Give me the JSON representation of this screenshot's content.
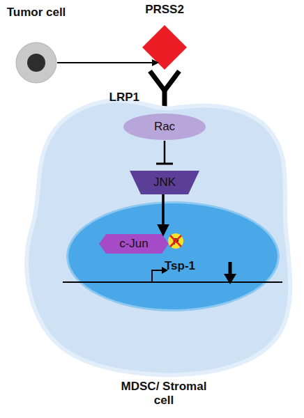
{
  "diagram": {
    "nodes": [
      {
        "text": [
          "Tumor cell"
        ]
      },
      {
        "text": [
          "PRSS2"
        ]
      },
      {
        "text": [
          "LRP1"
        ]
      },
      {
        "text": [
          "MDSC/ Stromal cell"
        ]
      },
      {
        "text": [
          "Rac"
        ],
        "in": 3
      },
      {
        "text": [
          "JNK"
        ],
        "in": 3
      },
      {
        "text": [
          "c-Jun"
        ],
        "in": 3
      }
    ],
    "edges": [
      {
        "from": 0,
        "to": 1,
        "arrow": "to"
      },
      {
        "from": 4,
        "to": 5,
        "arrow": "to"
      },
      {
        "from": 5,
        "to": 6,
        "arrow": "to"
      }
    ],
    "labels": [
      "P",
      "Tsp-1"
    ]
  }
}
